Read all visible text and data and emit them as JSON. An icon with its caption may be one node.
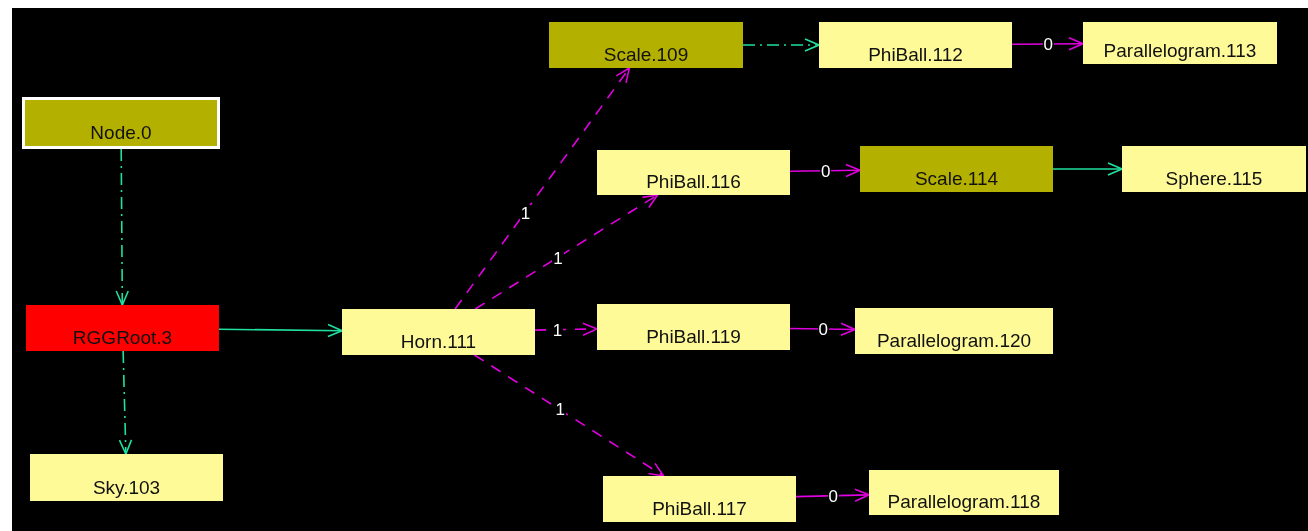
{
  "diagram": {
    "nodes": [
      {
        "text": [
          "Node.0"
        ]
      },
      {
        "text": [
          "RGGRoot.3"
        ]
      },
      {
        "text": [
          "Sky.103"
        ]
      },
      {
        "text": [
          "Horn.111"
        ]
      },
      {
        "text": [
          "Scale.109"
        ]
      },
      {
        "text": [
          "PhiBall.112"
        ]
      },
      {
        "text": [
          "Parallelogram.113"
        ]
      },
      {
        "text": [
          "PhiBall.116"
        ]
      },
      {
        "text": [
          "Scale.114"
        ]
      },
      {
        "text": [
          "Sphere.115"
        ]
      },
      {
        "text": [
          "PhiBall.119"
        ]
      },
      {
        "text": [
          "Parallelogram.120"
        ]
      },
      {
        "text": [
          "PhiBall.117"
        ]
      },
      {
        "text": [
          "Parallelogram.118"
        ]
      }
    ],
    "edges": [
      {
        "from": 0,
        "to": 1,
        "arrow": "to",
        "style": "dashed",
        "color": "#20e0a0"
      },
      {
        "from": 1,
        "to": 2,
        "arrow": "to",
        "style": "dashed",
        "color": "#20e0a0"
      },
      {
        "from": 1,
        "to": 3,
        "arrow": "to",
        "color": "#20e0a0"
      },
      {
        "from": 3,
        "to": 4,
        "arrow": "to",
        "label": "1",
        "style": "dashed"
      },
      {
        "from": 3,
        "to": 7,
        "arrow": "to",
        "label": "1",
        "style": "dashed"
      },
      {
        "from": 3,
        "to": 10,
        "arrow": "to",
        "label": "1",
        "style": "dashed"
      },
      {
        "from": 3,
        "to": 12,
        "arrow": "to",
        "label": "1",
        "style": "dashed"
      },
      {
        "from": 4,
        "to": 5,
        "arrow": "to",
        "style": "dashed",
        "color": "#20e0a0"
      },
      {
        "from": 5,
        "to": 6,
        "arrow": "to",
        "label": "0"
      },
      {
        "from": 7,
        "to": 8,
        "arrow": "to",
        "label": "0"
      },
      {
        "from": 8,
        "to": 9,
        "arrow": "to",
        "color": "#20e0a0"
      },
      {
        "from": 10,
        "to": 11,
        "arrow": "to",
        "label": "0"
      },
      {
        "from": 12,
        "to": 13,
        "arrow": "to",
        "label": "0"
      }
    ]
  }
}
